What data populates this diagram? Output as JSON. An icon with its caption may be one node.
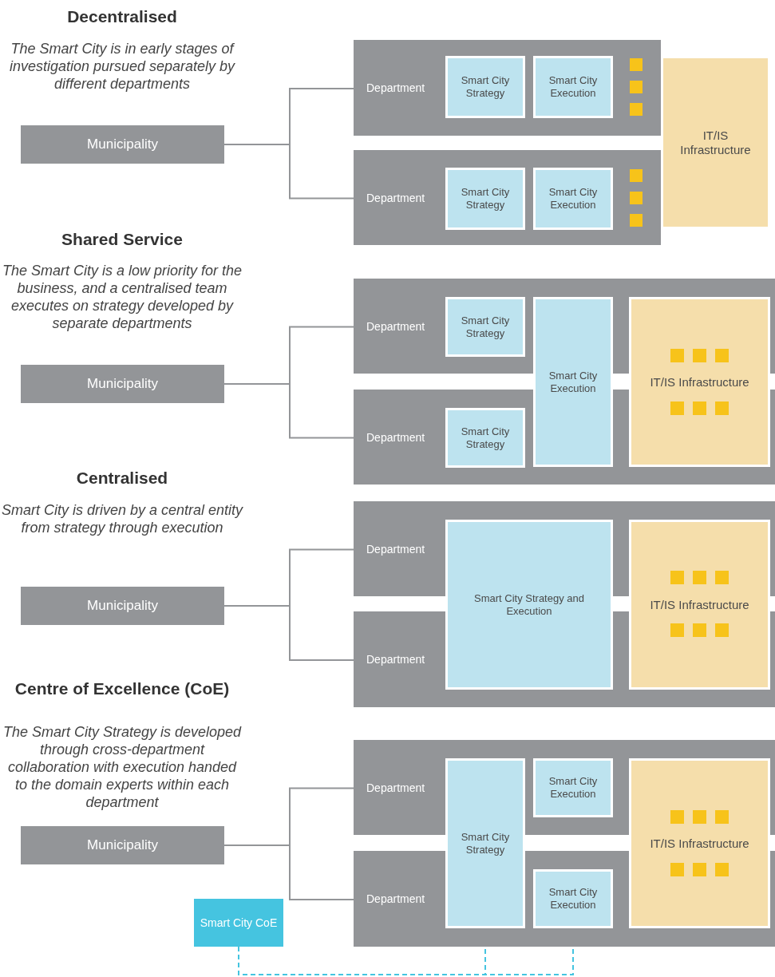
{
  "diagram": {
    "nodes": [
      {
        "text": [
          "Municipality"
        ]
      },
      {
        "text": [
          "Department"
        ]
      },
      {
        "text": [
          "Smart City Strategy"
        ],
        "in": 1
      },
      {
        "text": [
          "Smart City Execution"
        ],
        "in": 1
      },
      {
        "text": [
          "Department"
        ]
      },
      {
        "text": [
          "Smart City Strategy"
        ],
        "in": 4
      },
      {
        "text": [
          "Smart City Execution"
        ],
        "in": 4
      },
      {
        "text": [
          "IT/IS Infrastructure"
        ]
      },
      {
        "text": [
          "Municipality"
        ]
      },
      {
        "text": [
          "Department"
        ]
      },
      {
        "text": [
          "Smart City Strategy"
        ],
        "in": 9
      },
      {
        "text": [
          "Smart City Execution"
        ]
      },
      {
        "text": [
          "IT/IS Infrastructure"
        ]
      },
      {
        "text": [
          "Department"
        ]
      },
      {
        "text": [
          "Smart City Strategy"
        ],
        "in": 13
      },
      {
        "text": [
          "Municipality"
        ]
      },
      {
        "text": [
          "Department"
        ]
      },
      {
        "text": [
          "Smart City Strategy and Execution"
        ]
      },
      {
        "text": [
          "IT/IS Infrastructure"
        ]
      },
      {
        "text": [
          "Department"
        ]
      },
      {
        "text": [
          "Municipality"
        ]
      },
      {
        "text": [
          "Department"
        ]
      },
      {
        "text": [
          "Smart City Strategy"
        ]
      },
      {
        "text": [
          "Smart City Execution"
        ],
        "in": 21
      },
      {
        "text": [
          "IT/IS Infrastructure"
        ]
      },
      {
        "text": [
          "Department"
        ]
      },
      {
        "text": [
          "Smart City Execution"
        ],
        "in": 25
      },
      {
        "text": [
          "Smart City CoE"
        ]
      }
    ],
    "edges": [
      {
        "from": 0,
        "to": 1,
        "arrow": "none"
      },
      {
        "from": 0,
        "to": 4,
        "arrow": "none"
      },
      {
        "from": 8,
        "to": 9,
        "arrow": "none"
      },
      {
        "from": 8,
        "to": 13,
        "arrow": "none"
      },
      {
        "from": 15,
        "to": 16,
        "arrow": "none"
      },
      {
        "from": 15,
        "to": 19,
        "arrow": "none"
      },
      {
        "from": 20,
        "to": 21,
        "arrow": "none"
      },
      {
        "from": 20,
        "to": 25,
        "arrow": "none"
      },
      {
        "from": 27,
        "to": 22,
        "arrow": "none",
        "style": "dashed",
        "color": "#45c4e0"
      },
      {
        "from": 27,
        "to": 26,
        "arrow": "none",
        "style": "dashed",
        "color": "#45c4e0"
      }
    ],
    "labels": [
      "Decentralised",
      "The Smart City is in early stages of investigation pursued separately by different departments",
      "Shared Service",
      "The Smart City is a low priority for the business, and a centralised team executes on strategy developed by separate departments",
      "Centralised",
      "Smart City is driven by a central entity from strategy through execution",
      "Centre of Excellence (CoE)",
      "The Smart City Strategy is developed through cross-department collaboration with execution handed to the domain experts within each department"
    ]
  }
}
